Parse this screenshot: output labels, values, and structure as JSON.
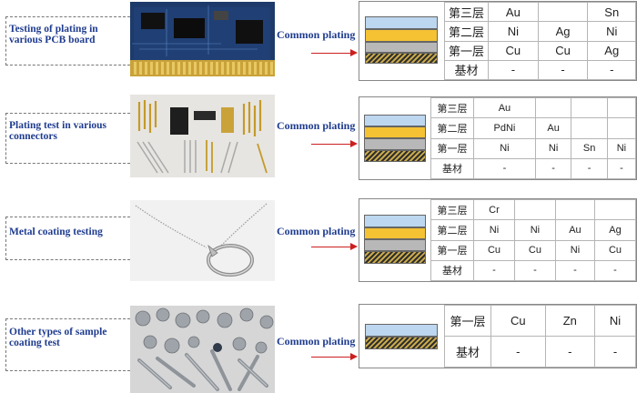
{
  "common_label": "Common plating",
  "sections": [
    {
      "label_lines": [
        "Testing of plating in",
        "various PCB board"
      ],
      "photo_icon": "pcb-board-photo",
      "rows": [
        {
          "header": "第三层",
          "cells": [
            "Au",
            "",
            "Sn"
          ]
        },
        {
          "header": "第二层",
          "cells": [
            "Ni",
            "Ag",
            "Ni"
          ]
        },
        {
          "header": "第一层",
          "cells": [
            "Cu",
            "Cu",
            "Ag"
          ]
        },
        {
          "header": "基材",
          "cells": [
            "-",
            "-",
            "-"
          ]
        }
      ]
    },
    {
      "label_lines": [
        "Plating test in various",
        "connectors"
      ],
      "photo_icon": "connector-pins-photo",
      "rows": [
        {
          "header": "第三层",
          "cells": [
            "Au",
            "",
            "",
            ""
          ]
        },
        {
          "header": "第二层",
          "cells": [
            "PdNi",
            "Au",
            "",
            ""
          ]
        },
        {
          "header": "第一层",
          "cells": [
            "Ni",
            "Ni",
            "Sn",
            "Ni"
          ]
        },
        {
          "header": "基材",
          "cells": [
            "-",
            "-",
            "-",
            "-"
          ]
        }
      ]
    },
    {
      "label_lines": [
        "Metal coating testing"
      ],
      "photo_icon": "necklace-pendant-photo",
      "rows": [
        {
          "header": "第三层",
          "cells": [
            "Cr",
            "",
            "",
            ""
          ]
        },
        {
          "header": "第二层",
          "cells": [
            "Ni",
            "Ni",
            "Au",
            "Ag"
          ]
        },
        {
          "header": "第一层",
          "cells": [
            "Cu",
            "Cu",
            "Ni",
            "Cu"
          ]
        },
        {
          "header": "基材",
          "cells": [
            "-",
            "-",
            "-",
            "-"
          ]
        }
      ]
    },
    {
      "label_lines": [
        "Other types of sample",
        "coating test"
      ],
      "photo_icon": "screws-fasteners-photo",
      "rows": [
        {
          "header": "第一层",
          "cells": [
            "Cu",
            "Zn",
            "Ni"
          ]
        },
        {
          "header": "基材",
          "cells": [
            "-",
            "-",
            "-"
          ]
        }
      ]
    }
  ],
  "colors": {
    "label_text": "#1f3c8f",
    "arrow": "#cc1f1f",
    "layer_top": "#bcd7ef",
    "layer_gold": "#f4c233",
    "layer_gray": "#b8b8b8"
  }
}
